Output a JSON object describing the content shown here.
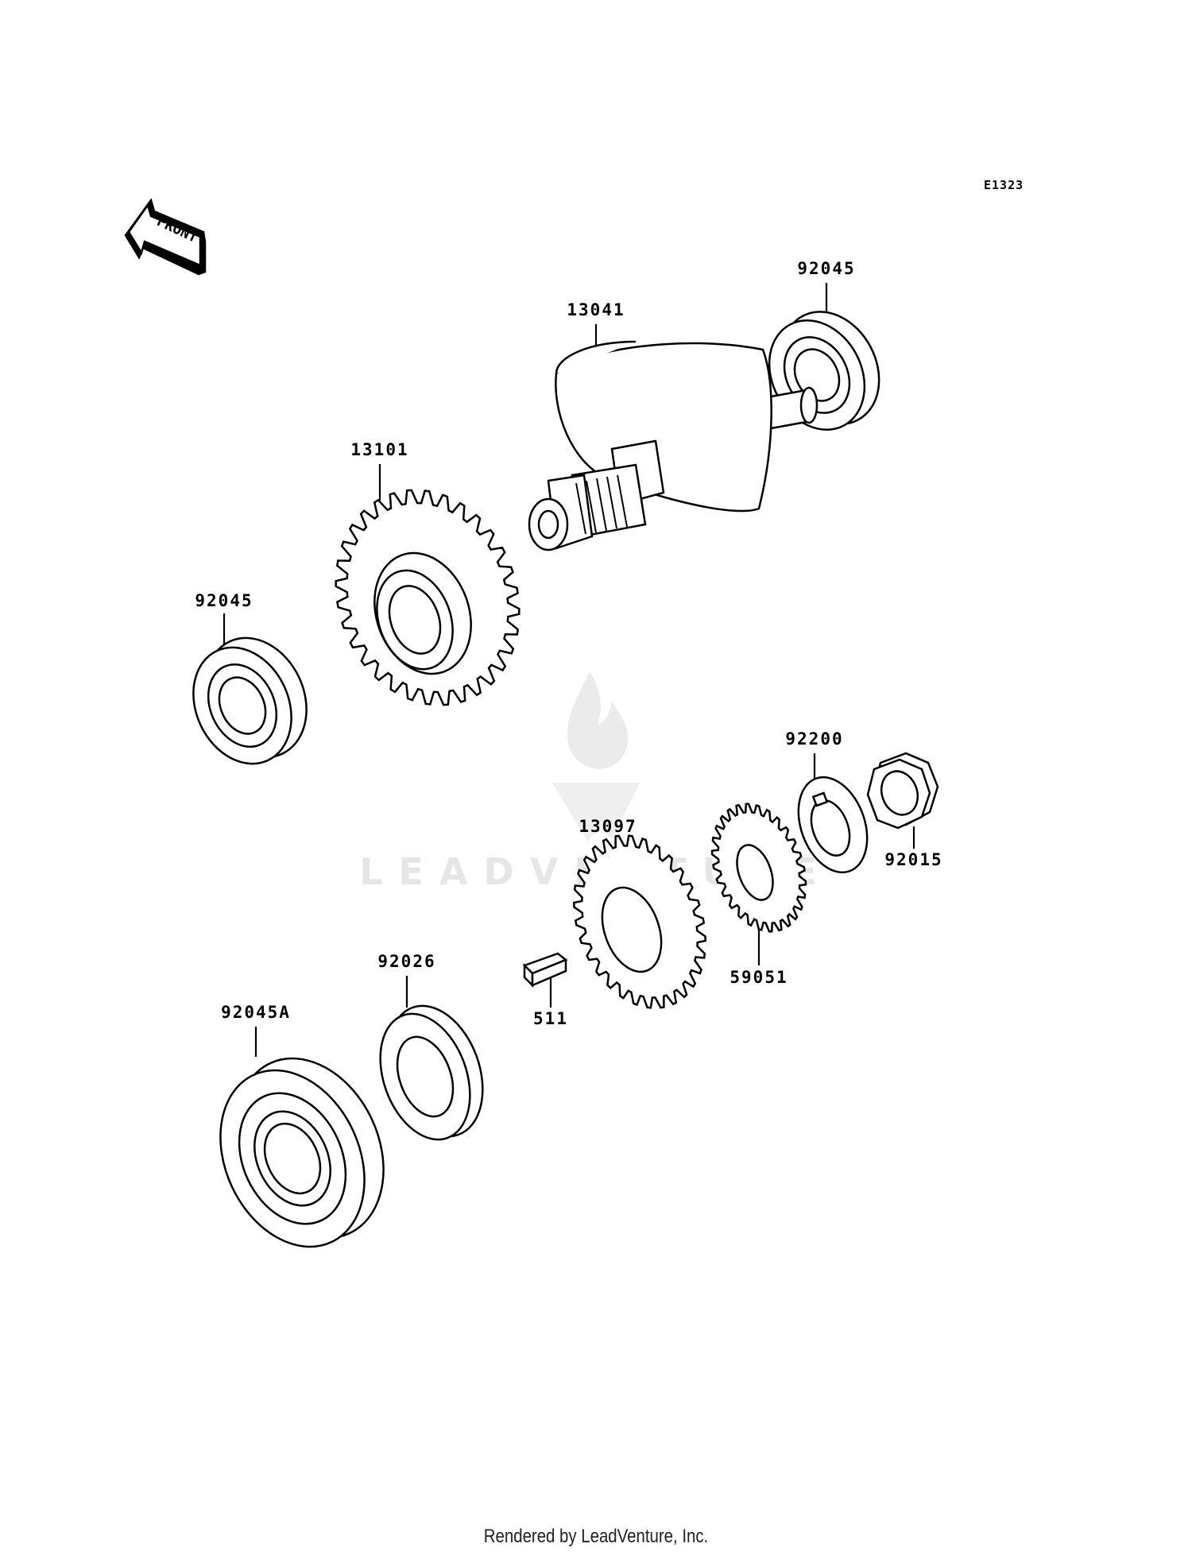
{
  "diagram_code": "E1323",
  "front_marker": "FRONT",
  "watermark": {
    "text": "LEADVENTURE"
  },
  "footer": "Rendered by LeadVenture, Inc.",
  "parts": [
    {
      "id": "13041",
      "label": "13041"
    },
    {
      "id": "92045-top",
      "label": "92045"
    },
    {
      "id": "13101",
      "label": "13101"
    },
    {
      "id": "92045-left",
      "label": "92045"
    },
    {
      "id": "92200",
      "label": "92200"
    },
    {
      "id": "92015",
      "label": "92015"
    },
    {
      "id": "13097",
      "label": "13097"
    },
    {
      "id": "59051",
      "label": "59051"
    },
    {
      "id": "92026",
      "label": "92026"
    },
    {
      "id": "92045A",
      "label": "92045A"
    },
    {
      "id": "511",
      "label": "511"
    }
  ]
}
